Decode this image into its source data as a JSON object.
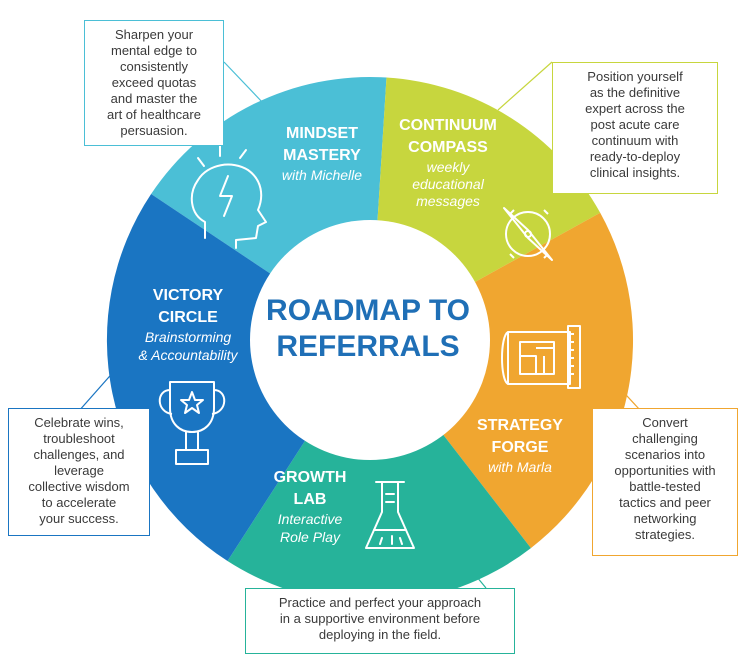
{
  "center": {
    "line1": "ROADMAP TO",
    "line2": "REFERRALS",
    "color": "#1f6fb6"
  },
  "segments": [
    {
      "key": "mindset",
      "title1": "MINDSET",
      "title2": "MASTERY",
      "sub1": "with Michelle",
      "sub2": "",
      "sub3": "",
      "color": "#4bbfd6",
      "icon": "brain-lightning-icon",
      "callout": "Sharpen your\nmental edge to\nconsistently\nexceed quotas\nand master the\nart of healthcare\npersuasion."
    },
    {
      "key": "continuum",
      "title1": "CONTINUUM",
      "title2": "COMPASS",
      "sub1": "weekly",
      "sub2": "educational",
      "sub3": "messages",
      "color": "#c7d63e",
      "icon": "compass-icon",
      "callout": "Position yourself\nas the definitive\nexpert across the\npost acute care\ncontinuum with\nready-to-deploy\nclinical insights."
    },
    {
      "key": "strategy",
      "title1": "STRATEGY",
      "title2": "FORGE",
      "sub1": "with Marla",
      "sub2": "",
      "sub3": "",
      "color": "#f0a630",
      "icon": "blueprint-icon",
      "callout": "Convert\nchallenging\nscenarios into\nopportunities with\nbattle-tested\ntactics and peer\nnetworking\nstrategies."
    },
    {
      "key": "growth",
      "title1": "GROWTH",
      "title2": "LAB",
      "sub1": "Interactive",
      "sub2": "Role Play",
      "sub3": "",
      "color": "#26b39a",
      "icon": "flask-icon",
      "callout": "Practice and perfect your approach\nin a supportive environment before\ndeploying in the field."
    },
    {
      "key": "victory",
      "title1": "VICTORY",
      "title2": "CIRCLE",
      "sub1": "Brainstorming",
      "sub2": "& Accountability",
      "sub3": "",
      "color": "#1a75c2",
      "icon": "trophy-icon",
      "callout": "Celebrate wins,\ntroubleshoot\nchallenges, and\nleverage\ncollective wisdom\nto accelerate\nyour success."
    }
  ]
}
